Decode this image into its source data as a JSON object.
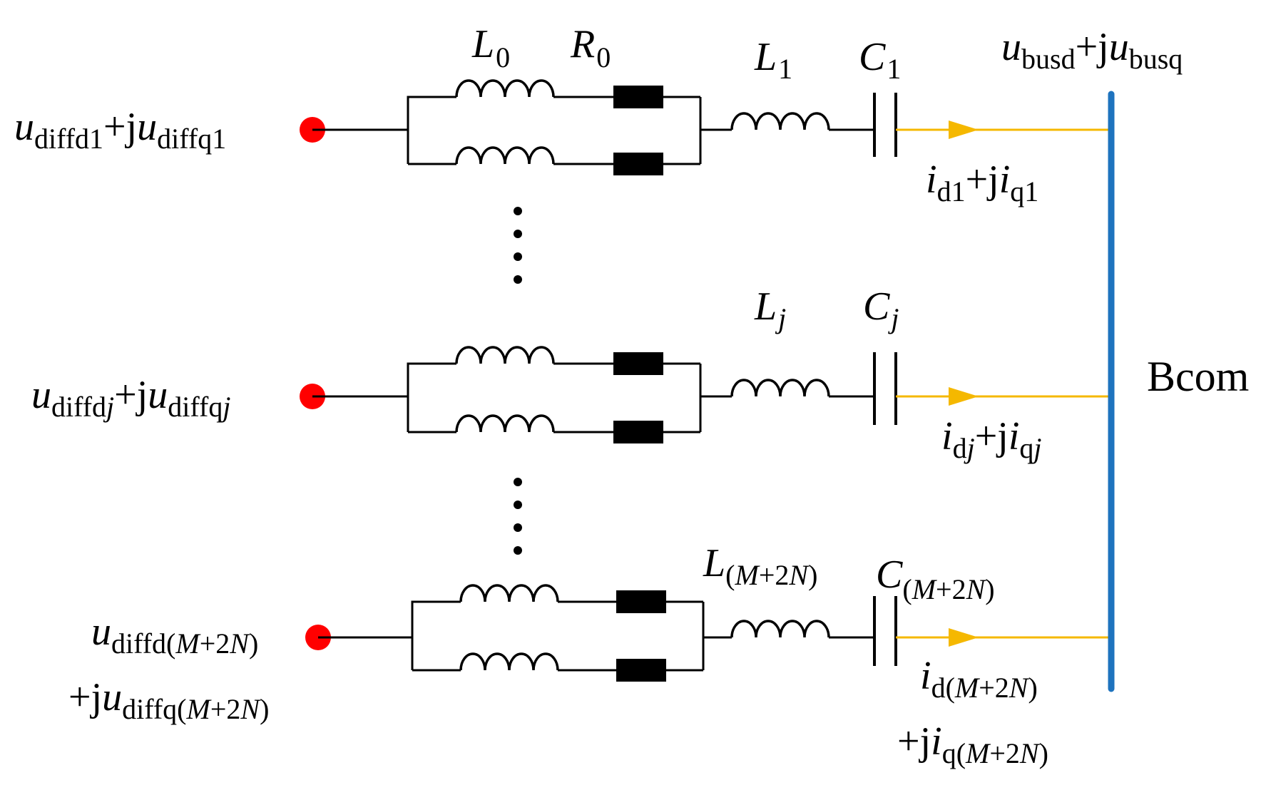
{
  "colors": {
    "terminal": "#ff0000",
    "current": "#f5b800",
    "bus": "#1e73be",
    "wire": "#000000"
  },
  "shared": {
    "L0": {
      "main": "L",
      "sub": "0"
    },
    "R0": {
      "main": "R",
      "sub": "0"
    }
  },
  "branches": [
    {
      "voltage": {
        "pre": "",
        "main": "u",
        "sub1": "diffd1",
        "mid": "+j",
        "main2": "u",
        "sub2": "diffq1"
      },
      "inductor": {
        "main": "L",
        "sub": "1"
      },
      "capacitor": {
        "main": "C",
        "sub": "1"
      },
      "current": {
        "main": "i",
        "sub1": "d1",
        "mid": "+j",
        "main2": "i",
        "sub2": "q1"
      }
    },
    {
      "voltage": {
        "pre": "",
        "main": "u",
        "sub1": "diffd",
        "sub1i": "j",
        "mid": "+j",
        "main2": "u",
        "sub2": "diffq",
        "sub2i": "j"
      },
      "inductor": {
        "main": "L",
        "sub": "j"
      },
      "capacitor": {
        "main": "C",
        "sub": "j"
      },
      "current": {
        "main": "i",
        "sub1": "d",
        "sub1i": "j",
        "mid": "+j",
        "main2": "i",
        "sub2": "q",
        "sub2i": "j"
      }
    },
    {
      "voltage": {
        "main": "u",
        "sub1": "diffd(",
        "sub1M": "M",
        "sub1p": "+2",
        "sub1N": "N",
        "sub1c": ")",
        "line2pre": "+j",
        "main2": "u",
        "sub2": "diffq(",
        "sub2M": "M",
        "sub2p": "+2",
        "sub2N": "N",
        "sub2c": ")"
      },
      "inductor": {
        "main": "L",
        "subOpen": "(",
        "subM": "M",
        "subP": "+2",
        "subN": "N",
        "subClose": ")"
      },
      "capacitor": {
        "main": "C",
        "subOpen": "(",
        "subM": "M",
        "subP": "+2",
        "subN": "N",
        "subClose": ")"
      },
      "current": {
        "main": "i",
        "sub1": "d(",
        "sub1M": "M",
        "sub1p": "+2",
        "sub1N": "N",
        "sub1c": ")",
        "line2pre": "+j",
        "main2": "i",
        "sub2": "q(",
        "sub2M": "M",
        "sub2p": "+2",
        "sub2N": "N",
        "sub2c": ")"
      }
    }
  ],
  "bus": {
    "label": "Bcom",
    "voltage": {
      "main": "u",
      "sub1": "busd",
      "mid": "+j",
      "main2": "u",
      "sub2": "busq"
    }
  }
}
